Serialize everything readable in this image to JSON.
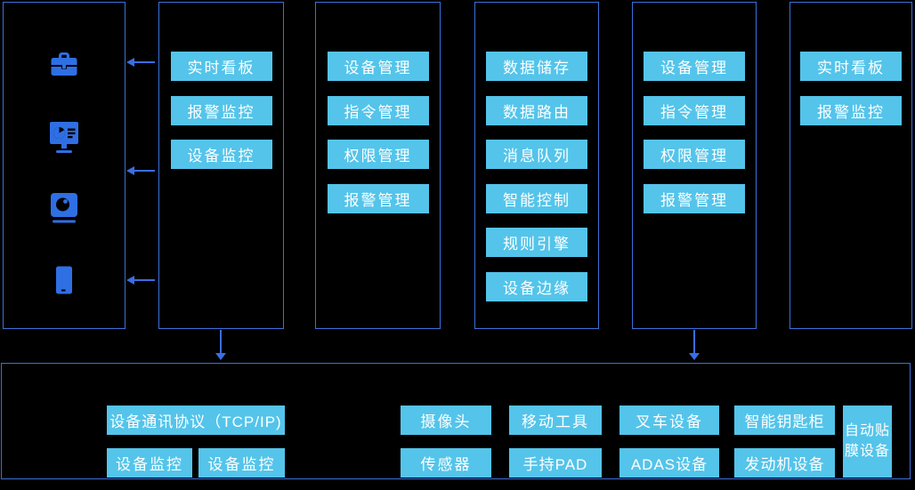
{
  "colors": {
    "background": "#000000",
    "panel_border": "#3B70DB",
    "button_bg": "#54C4EA",
    "button_text": "#FFFFFF",
    "icon_blue": "#2F6FE4",
    "arrow_blue": "#3B6EE2"
  },
  "left_panel": {
    "icons": [
      {
        "name": "toolbox-icon"
      },
      {
        "name": "dashboard-monitor-icon"
      },
      {
        "name": "camera-icon"
      },
      {
        "name": "smartphone-icon"
      }
    ]
  },
  "columns": [
    {
      "name": "app-monitor-left",
      "buttons": [
        "实时看板",
        "报警监控",
        "设备监控"
      ]
    },
    {
      "name": "device-mgmt-left",
      "buttons": [
        "设备管理",
        "指令管理",
        "权限管理",
        "报警管理"
      ]
    },
    {
      "name": "data-core",
      "buttons": [
        "数据储存",
        "数据路由",
        "消息队列",
        "智能控制",
        "规则引擎",
        "设备边缘"
      ]
    },
    {
      "name": "device-mgmt-right",
      "buttons": [
        "设备管理",
        "指令管理",
        "权限管理",
        "报警管理"
      ]
    },
    {
      "name": "app-monitor-right",
      "buttons": [
        "实时看板",
        "报警监控"
      ]
    }
  ],
  "bottom_panel": {
    "protocol_button": "设备通讯协议（TCP/IP)",
    "monitor_buttons": [
      "设备监控",
      "设备监控"
    ],
    "device_buttons_row1": [
      "摄像头",
      "移动工具",
      "叉车设备",
      "智能钥匙柜"
    ],
    "device_buttons_row2": [
      "传感器",
      "手持PAD",
      "ADAS设备",
      "发动机设备"
    ],
    "tall_device_button": "自动贴膜设备"
  }
}
